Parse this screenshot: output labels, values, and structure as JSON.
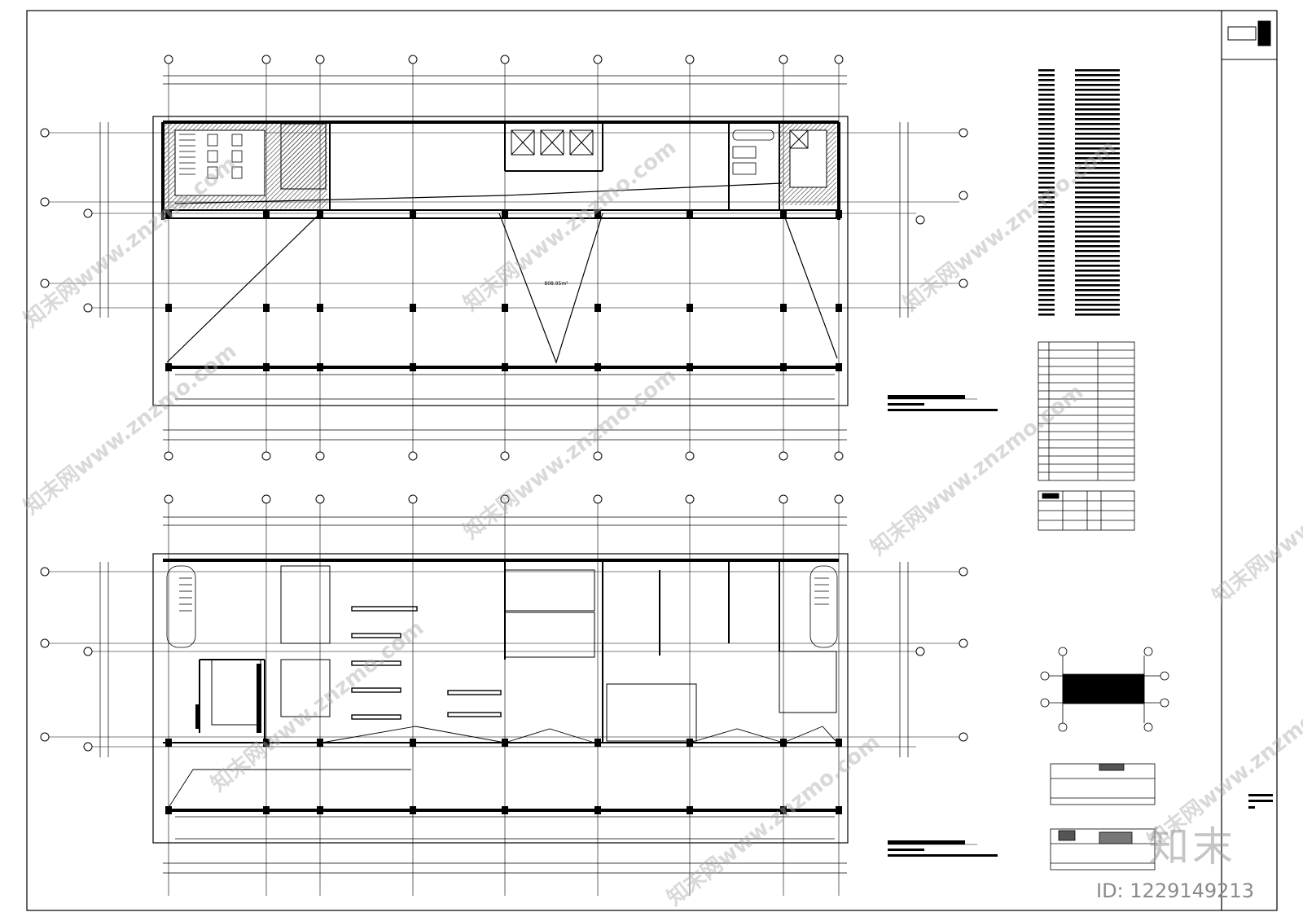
{
  "watermark": {
    "text": "知末网www.znzmo.com"
  },
  "logo": {
    "text": "知末"
  },
  "image_id": {
    "text": "ID: 1229149213"
  },
  "colors": {
    "line": "#000000",
    "hatch": "#6d6d6d",
    "watermark": "#aaaaaa",
    "id_text": "#8a8a8a"
  },
  "plans": {
    "upper": {
      "room_area": "808.95m²"
    }
  },
  "icons": [
    "north-arrow-icon",
    "grid-axis-bubble-icon",
    "section-mark-icon"
  ]
}
